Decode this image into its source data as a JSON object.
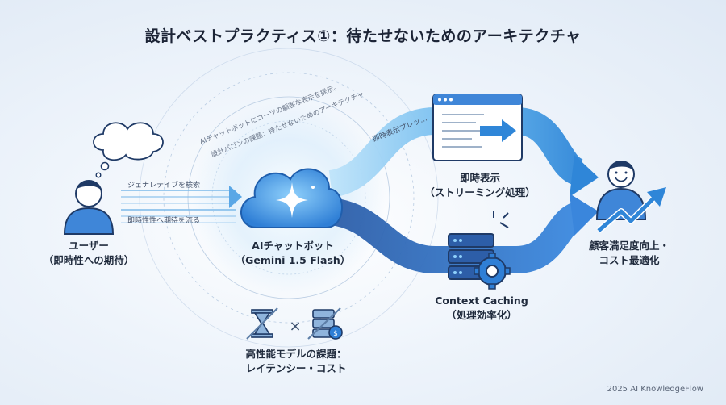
{
  "title": "設計ベストプラクティス①：待たせないためのアーキテクチャ",
  "nodes": {
    "user": {
      "label_line1": "ユーザー",
      "label_line2": "（即時性への期待）"
    },
    "chatbot": {
      "label_line1": "AIチャットボット",
      "label_line2": "（Gemini 1.5 Flash）"
    },
    "streaming": {
      "label_line1": "即時表示",
      "label_line2": "（ストリーミング処理）"
    },
    "caching": {
      "label_line1": "Context Caching",
      "label_line2": "（処理効率化）"
    },
    "satisfaction": {
      "label_line1": "顧客満足度向上・",
      "label_line2": "コスト最適化"
    },
    "problem": {
      "label_line1": "高性能モデルの課題：",
      "label_line2": "レイテンシー・コスト"
    }
  },
  "flow_labels": {
    "search": "ジェナレテイブを検索",
    "expect": "即時性性へ期待を流る",
    "preview": "即時表示プレッ…"
  },
  "arc_text": {
    "line1": "AIチャットボットにコーツの顧客な表示を提示。",
    "line2": "設計パゴンの課題：待たせないためのアーキテクチャ"
  },
  "footer": "2025 AI KnowledgeFlow",
  "colors": {
    "accent_blue": "#2f7fd6",
    "light_blue": "#7cc4f2",
    "dark_navy": "#1f3a66",
    "person_blue": "#3f86d8"
  }
}
